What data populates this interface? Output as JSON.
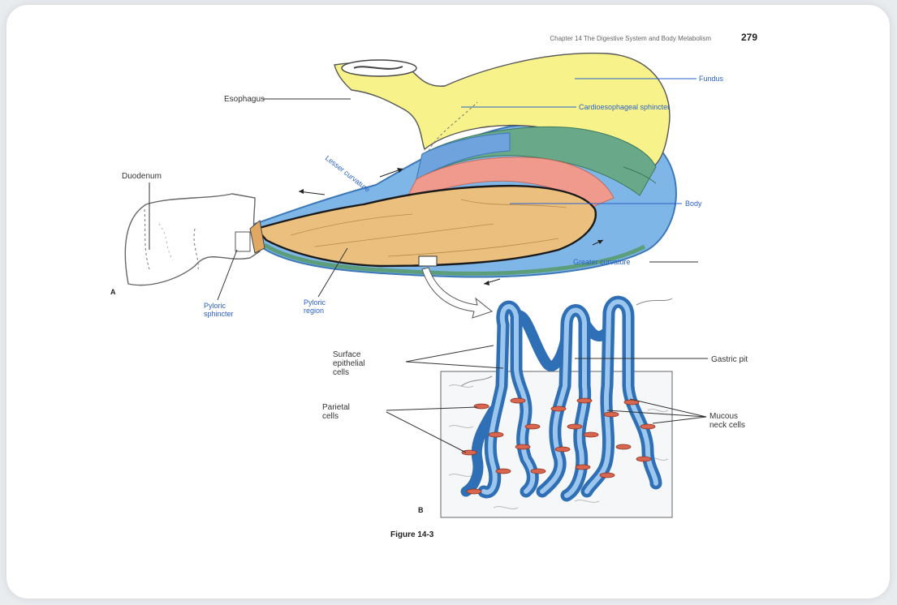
{
  "header": {
    "running_title": "Chapter 14  The Digestive System and Body Metabolism",
    "page_number": "279"
  },
  "panel_a": {
    "letter": "A",
    "labels": {
      "esophagus": "Esophagus",
      "duodenum": "Duodenum",
      "fundus": "Fundus",
      "cardioesophageal_sphincter": "Cardioesophageal sphincter",
      "lesser_curvature": "Lesser curvature",
      "body": "Body",
      "greater_curvature": "Greater curvature",
      "pyloric_sphincter": [
        "Pyloric",
        "sphincter"
      ],
      "pyloric_region": [
        "Pyloric",
        "region"
      ]
    }
  },
  "panel_b": {
    "letter": "B",
    "labels": {
      "surface_epithelial_cells": [
        "Surface",
        "epithelial",
        "cells"
      ],
      "gastric_pit": "Gastric pit",
      "parietal_cells": [
        "Parietal",
        "cells"
      ],
      "mucous_neck_cells": [
        "Mucous",
        "neck cells"
      ]
    }
  },
  "caption": "Figure 14-3",
  "colors": {
    "fundus": "#f7f28a",
    "mucosa_blue": "#6fa3de",
    "muscle_green": "#6aa88a",
    "muscle_pink": "#ef9a8d",
    "lining_tan": "#ebc07e",
    "label_blue": "#2a62c9"
  }
}
